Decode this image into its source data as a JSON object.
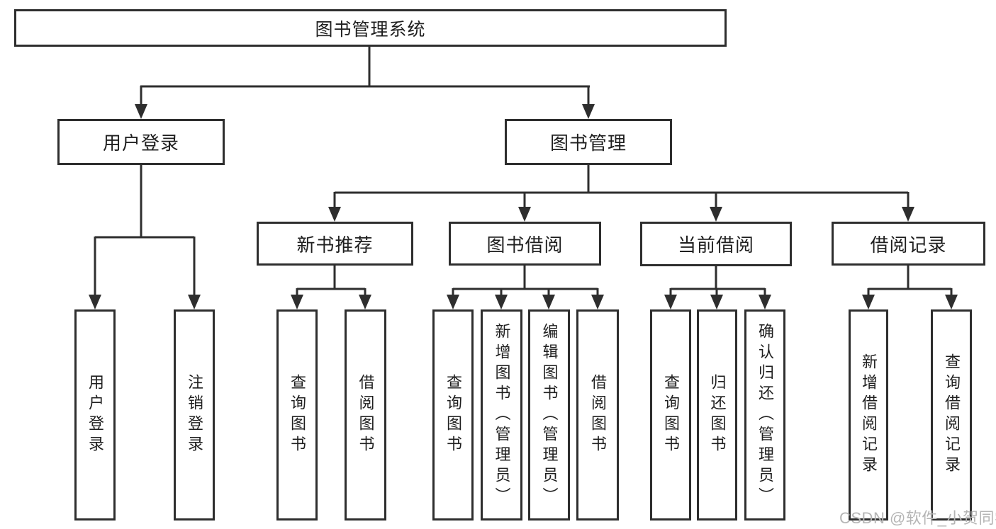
{
  "diagram": {
    "root": {
      "label": "图书管理系统"
    },
    "level2": [
      {
        "label": "用户登录",
        "children": [
          {
            "label": "用户登录"
          },
          {
            "label": "注销登录"
          }
        ]
      },
      {
        "label": "图书管理",
        "children": [
          {
            "label": "新书推荐",
            "children": [
              {
                "label": "查询图书"
              },
              {
                "label": "借阅图书"
              }
            ]
          },
          {
            "label": "图书借阅",
            "children": [
              {
                "label": "查询图书"
              },
              {
                "label": "新增图书（管理员）"
              },
              {
                "label": "编辑图书（管理员）"
              },
              {
                "label": "借阅图书"
              }
            ]
          },
          {
            "label": "当前借阅",
            "children": [
              {
                "label": "查询图书"
              },
              {
                "label": "归还图书"
              },
              {
                "label": "确认归还（管理员）"
              }
            ]
          },
          {
            "label": "借阅记录",
            "children": [
              {
                "label": "新增借阅记录"
              },
              {
                "label": "查询借阅记录"
              }
            ]
          }
        ]
      }
    ]
  },
  "watermark": "CSDN @软件_小贺同学",
  "colors": {
    "line": "#2e2e2e",
    "text": "#1f1f1f",
    "watermark": "#b5b5b5",
    "background": "#ffffff"
  }
}
